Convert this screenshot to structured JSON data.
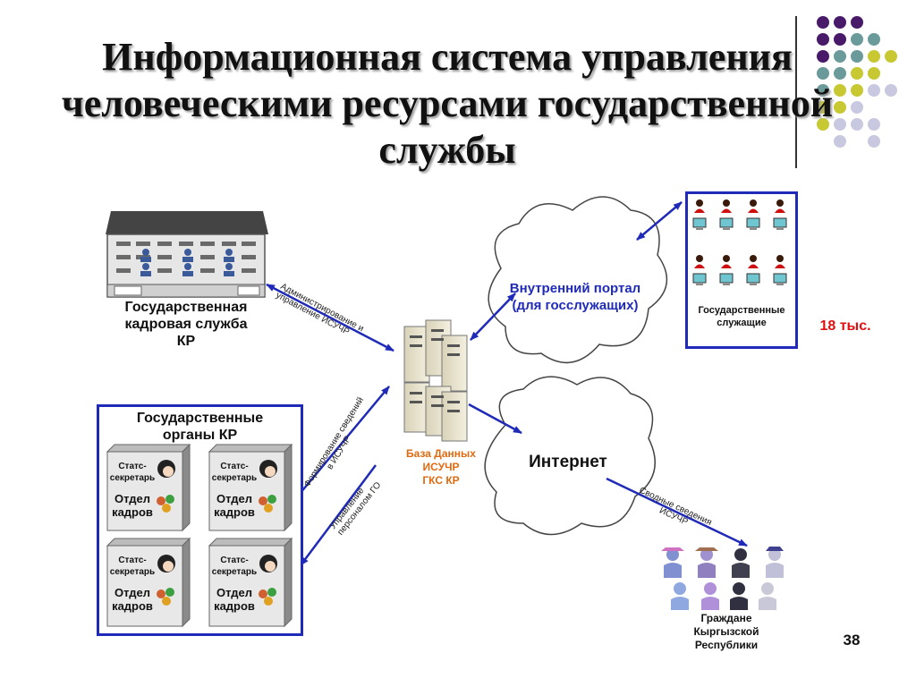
{
  "slide": {
    "title_lines": [
      "Информационная система управления",
      "человеческими ресурсами государственной",
      "службы"
    ],
    "page_number": "38"
  },
  "nodes": {
    "agency_label": [
      "Государственная",
      "кадровая служба",
      "КР"
    ],
    "state_bodies_title": [
      "Государственные",
      "органы КР"
    ],
    "state_body_card": {
      "secretary_label": [
        "Статс-",
        "секретарь"
      ],
      "hr_label": [
        "Отдел",
        "кадров"
      ]
    },
    "portal_label": [
      "Внутренний портал",
      "(для госслужащих)"
    ],
    "internet_label": "Интернет",
    "database_label": [
      "База Данных",
      "ИСУЧР",
      "ГКС КР"
    ],
    "civil_servants_label": [
      "Государственные",
      "служащие"
    ],
    "civil_servants_count": "18 тыс.",
    "citizens_label": [
      "Граждане",
      "Кыргызской",
      "Республики"
    ]
  },
  "edges": {
    "admin": [
      "Администрирование и",
      "управление ИСУЧР"
    ],
    "reporting": [
      "Формирование сведений",
      "в ИСУЧР"
    ],
    "management": [
      "Управление",
      "персоналом ГО"
    ],
    "summary": [
      "Сводные сведения",
      "ИСУЧР"
    ]
  },
  "colors": {
    "arrow": "#1f2ab8",
    "box_border": "#1f2ab8",
    "db_label": "#e06a10",
    "count": "#e01010",
    "dot_purple": "#4a1a6a",
    "dot_teal": "#6a9a9a",
    "dot_yellow": "#c8c832",
    "dot_lavender": "#c8c8e0"
  },
  "icons": [
    "building-icon",
    "server-icon",
    "cloud-icon",
    "person-icon",
    "computer-icon",
    "citizen-icon"
  ]
}
